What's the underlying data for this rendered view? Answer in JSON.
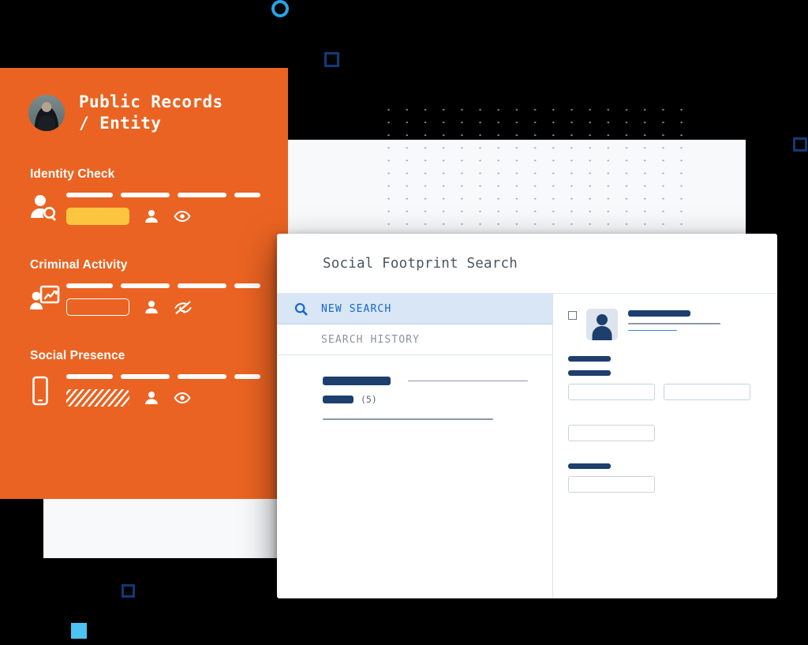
{
  "theme": {
    "orange": "#ea6322",
    "accent_blue": "#1767c8",
    "light_blue": "#4cc3f2",
    "navy": "#1d3f6e",
    "yellow": "#fbc540",
    "tab_active_bg": "#d8e6f6",
    "page_bg": "#f7f9fb",
    "canvas": "#000000"
  },
  "sidebar": {
    "title": "Public Records\n/ Entity",
    "avatar_name": "user-photo-avatar",
    "sections": [
      {
        "label": "Identity Check",
        "icon": "person-search-icon",
        "bars": 4,
        "pill_style": "yellow",
        "actions": [
          "person-icon",
          "eye-icon"
        ]
      },
      {
        "label": "Criminal Activity",
        "icon": "person-presentation-icon",
        "bars": 4,
        "pill_style": "outline",
        "actions": [
          "person-icon",
          "eye-off-icon"
        ]
      },
      {
        "label": "Social Presence",
        "icon": "mobile-phone-icon",
        "bars": 4,
        "pill_style": "hatched",
        "actions": [
          "person-icon",
          "eye-icon"
        ]
      }
    ]
  },
  "dialog": {
    "title": "Social Footprint Search",
    "tabs": [
      {
        "label": "NEW SEARCH",
        "icon": "search-icon",
        "active": true
      },
      {
        "label": "SEARCH HISTORY",
        "icon": "",
        "active": false
      }
    ],
    "results": {
      "count_label": "(5)"
    },
    "detail": {
      "checkbox_checked": false,
      "avatar": "person-placeholder-icon"
    }
  },
  "decorations": [
    {
      "name": "circle-outline-cyan",
      "shape": "circle",
      "color": "#29a3e8"
    },
    {
      "name": "square-outline-navy-top",
      "shape": "square",
      "color": "#123a75"
    },
    {
      "name": "square-outline-navy-right",
      "shape": "square",
      "color": "#123a75"
    },
    {
      "name": "square-outline-navy-bottom",
      "shape": "square",
      "color": "#123a75"
    },
    {
      "name": "square-solid-cyan",
      "shape": "square",
      "color": "#4cc3f2"
    }
  ]
}
